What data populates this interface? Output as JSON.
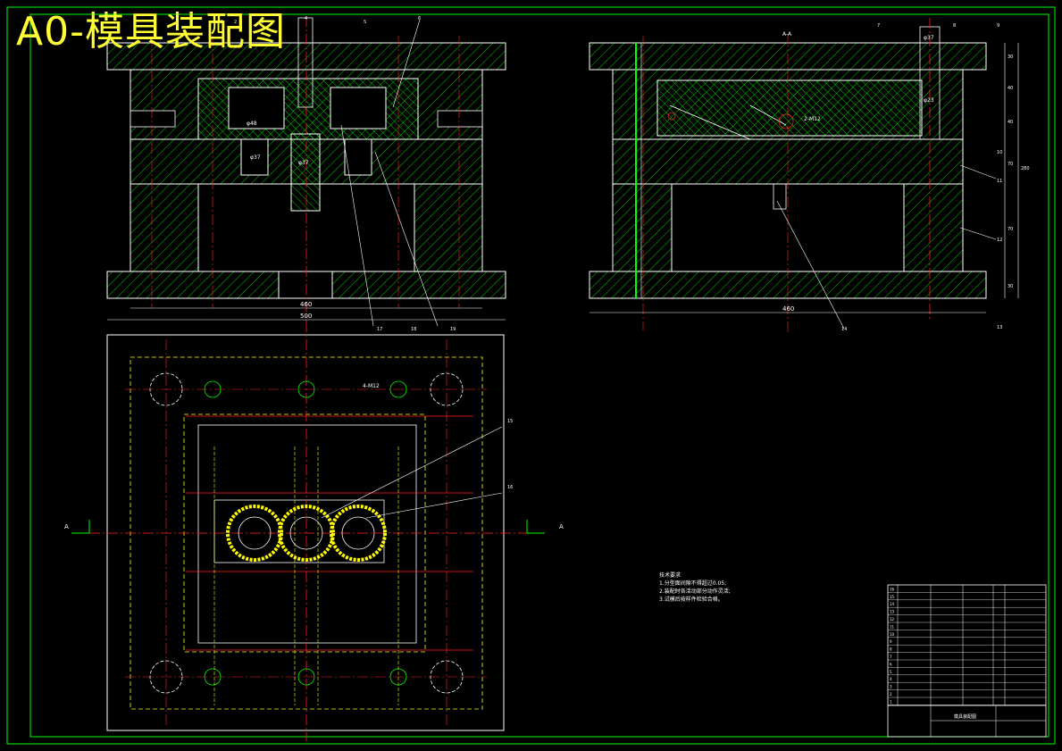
{
  "title": "A0-模具装配图",
  "section_label": "A-A",
  "section_markers": [
    "A",
    "A"
  ],
  "dimensions": {
    "front_inner": "460",
    "front_outer": "500",
    "side_total": "460",
    "side_right": [
      "30",
      "40",
      "40",
      "70",
      "70",
      "30",
      "280"
    ],
    "hole_callouts": [
      "φ48",
      "φ37",
      "φ37",
      "4-M12",
      "φ37",
      "φ23",
      "2-M12"
    ]
  },
  "part_numbers": [
    "1",
    "2",
    "3",
    "4",
    "5",
    "6",
    "7",
    "8",
    "9",
    "10",
    "11",
    "12",
    "13",
    "14",
    "15",
    "16",
    "17",
    "18",
    "19"
  ],
  "tech_notes": {
    "heading": "技术要求",
    "items": [
      "1.分型面间隙不得超过0.05;",
      "2.装配时各活动部分动作灵活;",
      "3.试模后按样件检验合格。"
    ]
  },
  "title_block": {
    "drawing_name": "模具装配图",
    "rows": [
      "16",
      "15",
      "14",
      "13",
      "12",
      "11",
      "10",
      "9",
      "8",
      "7",
      "6",
      "5",
      "4",
      "3",
      "2",
      "1"
    ]
  },
  "colors": {
    "frame": "#00ff00",
    "outline": "#ffffff",
    "centerline": "#ff2020",
    "hidden": "#ffff00",
    "hatch": "#00ff00",
    "title": "#ffff33"
  }
}
